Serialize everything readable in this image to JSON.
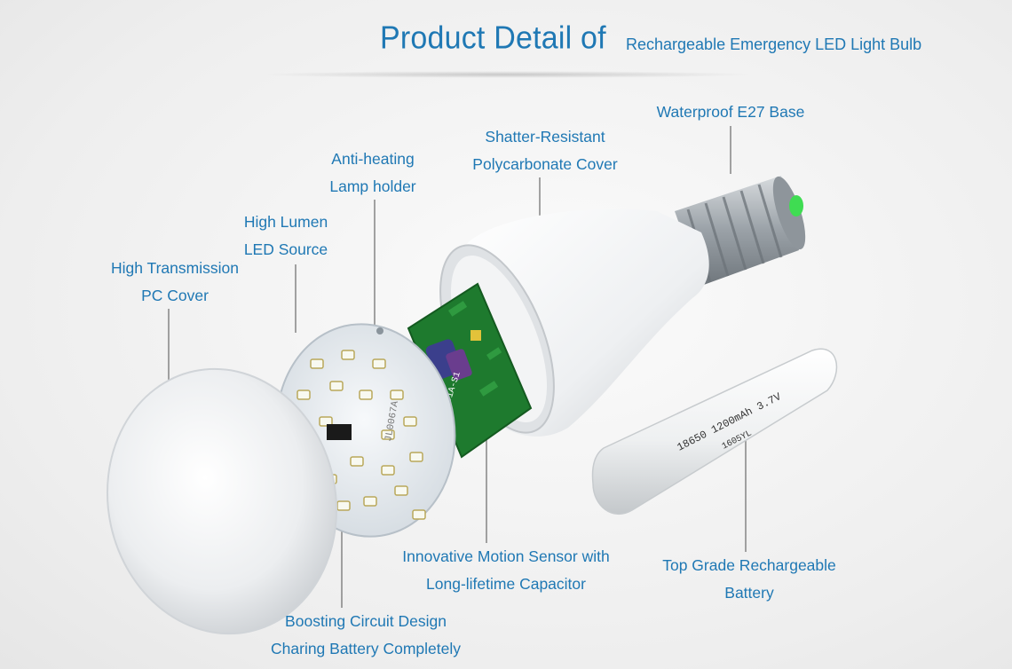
{
  "header": {
    "title": "Product Detail of",
    "subtitle": "Rechargeable Emergency LED Light Bulb"
  },
  "callouts": {
    "transmission": {
      "line1": "High Transmission",
      "line2": "PC Cover"
    },
    "lumen": {
      "line1": "High Lumen",
      "line2": "LED Source"
    },
    "holder": {
      "line1": "Anti-heating",
      "line2": "Lamp holder"
    },
    "shatter": {
      "line1": "Shatter-Resistant",
      "line2": "Polycarbonate Cover"
    },
    "base": {
      "line1": "Waterproof E27 Base"
    },
    "sensor": {
      "line1": "Innovative Motion Sensor with",
      "line2": "Long-lifetime Capacitor"
    },
    "battery": {
      "line1": "Top Grade Rechargeable",
      "line2": "Battery"
    },
    "boost": {
      "line1": "Boosting Circuit Design",
      "line2": "Charing Battery Completely"
    }
  },
  "printed_markings": {
    "battery_line1": "18650 1200mAh 3.7V",
    "battery_line2": "1605YL",
    "pcb_code": "JL0067A",
    "pcb_model": "AM-0820BD1A-S1"
  },
  "colors": {
    "label_blue": "#1f78b4",
    "pcb_green": "#1e7a2e",
    "led_plate": "#e9eef2",
    "base_metal": "#a7adb2",
    "button_green": "#3fdc52"
  }
}
